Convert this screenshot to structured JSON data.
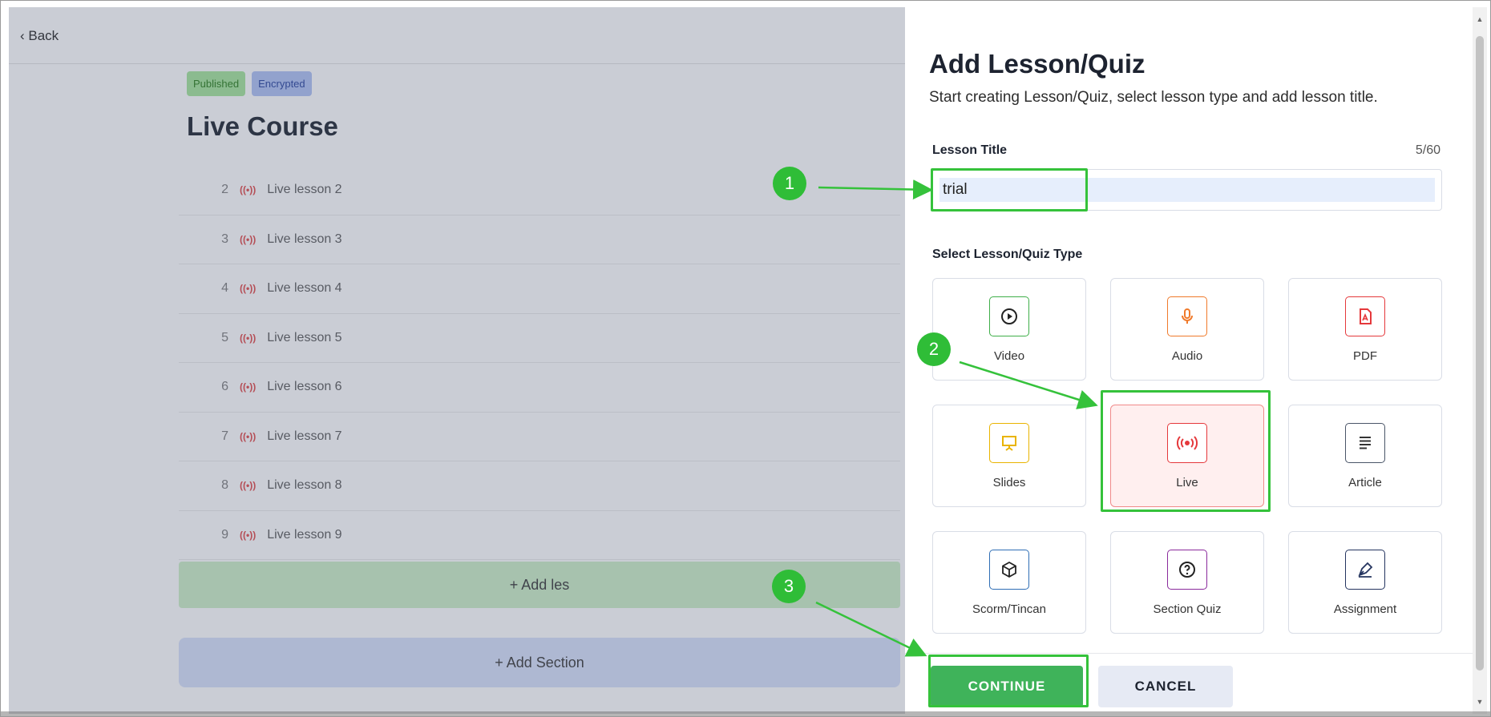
{
  "page": {
    "back_label": "‹ Back",
    "badges": [
      "Published",
      "Encrypted"
    ],
    "course_title": "Live Course",
    "lessons": [
      {
        "num": "2",
        "icon": "((•))",
        "title": "Live lesson 2"
      },
      {
        "num": "3",
        "icon": "((•))",
        "title": "Live lesson 3"
      },
      {
        "num": "4",
        "icon": "((•))",
        "title": "Live lesson 4"
      },
      {
        "num": "5",
        "icon": "((•))",
        "title": "Live lesson 5"
      },
      {
        "num": "6",
        "icon": "((•))",
        "title": "Live lesson 6"
      },
      {
        "num": "7",
        "icon": "((•))",
        "title": "Live lesson 7"
      },
      {
        "num": "8",
        "icon": "((•))",
        "title": "Live lesson 8"
      },
      {
        "num": "9",
        "icon": "((•))",
        "title": "Live lesson 9"
      }
    ],
    "add_lesson_label": "+  Add les",
    "add_section_label": "+  Add Section"
  },
  "drawer": {
    "title": "Add Lesson/Quiz",
    "subtitle": "Start creating Lesson/Quiz, select lesson type and add lesson title.",
    "lesson_title_label": "Lesson Title",
    "char_count": "5/60",
    "lesson_title_value": "trial",
    "type_label": "Select Lesson/Quiz Type",
    "types": [
      {
        "label": "Video",
        "icon": "play-circle-icon",
        "color": "#3fae49"
      },
      {
        "label": "Audio",
        "icon": "microphone-icon",
        "color": "#f07a2b"
      },
      {
        "label": "PDF",
        "icon": "pdf-icon",
        "color": "#e5383b"
      },
      {
        "label": "Slides",
        "icon": "presentation-icon",
        "color": "#e9b400"
      },
      {
        "label": "Live",
        "icon": "live-broadcast-icon",
        "color": "#e5383b",
        "selected": true
      },
      {
        "label": "Article",
        "icon": "article-icon",
        "color": "#4a5568"
      },
      {
        "label": "Scorm/Tincan",
        "icon": "cube-icon",
        "color": "#2f6eb5"
      },
      {
        "label": "Section Quiz",
        "icon": "question-circle-icon",
        "color": "#8a2a9c"
      },
      {
        "label": "Assignment",
        "icon": "pen-icon",
        "color": "#24345f"
      }
    ],
    "continue_label": "CONTINUE",
    "cancel_label": "CANCEL"
  },
  "annotations": {
    "steps": [
      "1",
      "2",
      "3"
    ],
    "color": "#35c23b"
  }
}
